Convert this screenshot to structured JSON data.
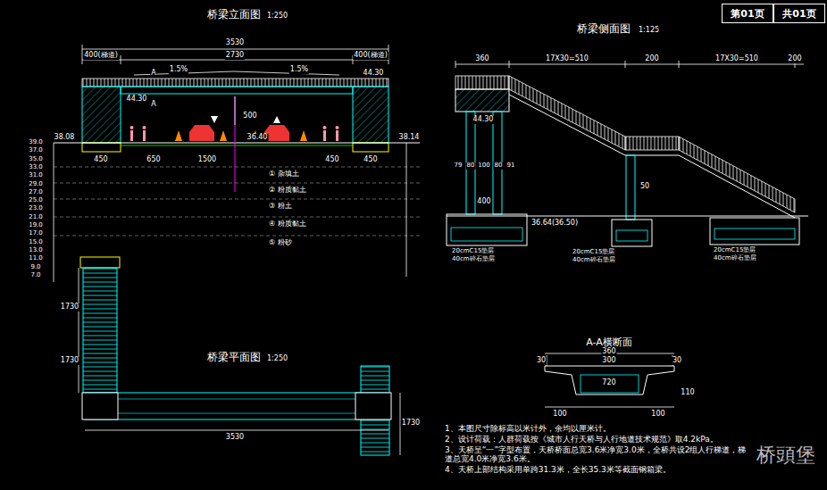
{
  "diagram": {
    "nodes": [
      {
        "text": [
          "第01页"
        ]
      },
      {
        "text": [
          "共01页"
        ]
      }
    ],
    "labels": [
      "桥梁立面图",
      "1:250",
      "3530",
      "2730",
      "400(梯道)",
      "400(梯道)",
      "1.5%",
      "1.5%",
      "44.30",
      "44.30",
      "A",
      "A",
      "500",
      "36.40",
      "38.08",
      "38.14",
      "450",
      "650",
      "1500",
      "450",
      "450",
      "① 杂填土",
      "② 粉质黏土",
      "③ 粉土",
      "④ 粉质黏土",
      "⑤ 粉砂",
      "39.0",
      "37.0",
      "35.0",
      "33.0",
      "31.0",
      "29.0",
      "27.0",
      "25.0",
      "23.0",
      "21.0",
      "19.0",
      "17.0",
      "15.0",
      "13.0",
      "11.0",
      "9.0",
      "7.0",
      "桥梁平面图",
      "1:250",
      "3530",
      "1730",
      "1730",
      "1730",
      "桥梁侧面图",
      "1:125",
      "360",
      "17X30=510",
      "200",
      "17X30=510",
      "200",
      "44.30",
      "79",
      "80",
      "100",
      "80",
      "91",
      "400",
      "50",
      "36.64(36.50)",
      "20cmC15垫层",
      "40cm碎石垫层",
      "20cmC15垫层",
      "40cm碎石垫层",
      "20cmC15垫层",
      "40cm碎石垫层",
      "A-A横断面",
      "360",
      "30",
      "300",
      "30",
      "720",
      "100",
      "100",
      "110",
      "1、本图尺寸除标高以米计外，余均以厘米计。",
      "2、设计荷载：人群荷载按《城市人行天桥与人行地道技术规范》取4.2kPa。",
      "3、天桥呈“一”字型布置，天桥桥面总宽3.6米净宽3.0米，全桥共设2组人行梯道，梯道总宽4.0米净宽3.6米。",
      "4、天桥上部结构采用单跨31.3米，全长35.3米等截面钢箱梁。",
      "桥頭堡"
    ]
  }
}
